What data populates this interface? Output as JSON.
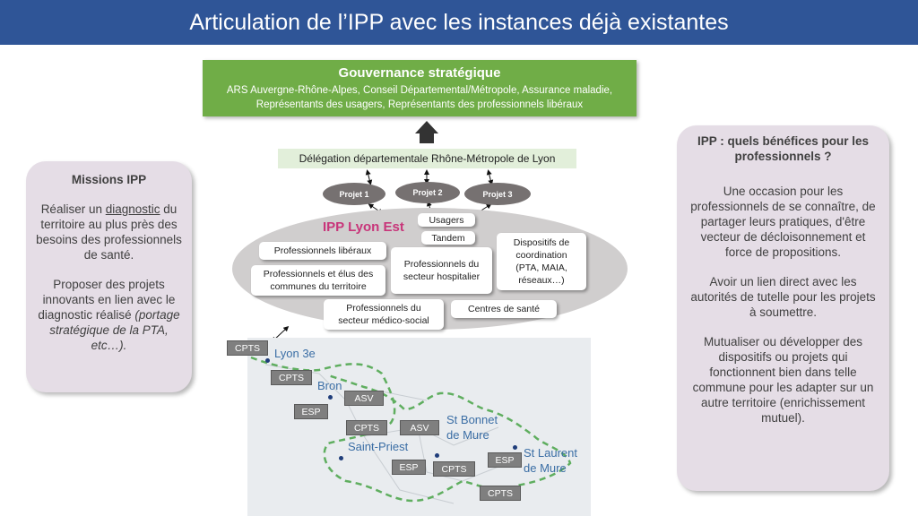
{
  "title": "Articulation de l’IPP avec les instances déjà existantes",
  "governance": {
    "title": "Gouvernance stratégique",
    "text": "ARS Auvergne-Rhône-Alpes, Conseil Départemental/Métropole, Assurance maladie, Représentants des usagers, Représentants des professionnels libéraux"
  },
  "delegation": "Délégation départementale Rhône-Métropole de Lyon",
  "projects": [
    "Projet 1",
    "Projet 2",
    "Projet 3"
  ],
  "ipp": {
    "title": "IPP Lyon Est",
    "boxes": {
      "usagers": "Usagers",
      "tandem": "Tandem",
      "liberaux": "Professionnels libéraux",
      "elus": "Professionnels et élus des communes du territoire",
      "hospitalier": "Professionnels du secteur hospitalier",
      "dispositifs": "Dispositifs de coordination (PTA, MAIA, réseaux…)",
      "medico_social": "Professionnels du secteur médico-social",
      "centres": "Centres de santé"
    }
  },
  "missions": {
    "title": "Missions IPP",
    "p1_prefix": "Réaliser un ",
    "p1_underlined": "diagnostic",
    "p1_suffix": " du territoire au plus près des besoins des professionnels de santé.",
    "p2": "Proposer des projets innovants en lien avec le diagnostic réalisé",
    "p2_italic": "(portage stratégique de la PTA, etc…)."
  },
  "benefits": {
    "title": "IPP : quels bénéfices pour les professionnels ?",
    "p1": "Une occasion pour les professionnels de se connaître, de partager leurs pratiques, d'être vecteur de décloisonnement et force de propositions.",
    "p2": "Avoir un lien direct avec les autorités de tutelle pour les projets à soumettre.",
    "p3": "Mutualiser ou développer des dispositifs ou projets qui fonctionnent bien dans telle commune pour les adapter sur un autre territoire (enrichissement mutuel)."
  },
  "map": {
    "cities": {
      "lyon3": "Lyon 3e",
      "bron": "Bron",
      "saint_priest": "Saint-Priest",
      "st_bonnet": "St Bonnet de Mure",
      "st_laurent": "St Laurent de Mure"
    },
    "tags": {
      "cpts": "CPTS",
      "asv": "ASV",
      "esp": "ESP"
    }
  },
  "colors": {
    "title_bar": "#2f5597",
    "governance": "#70ad47",
    "delegation": "#e2efda",
    "ipp_title": "#c8357a",
    "panels": "#e5dde6",
    "border_dash": "#5fae5f"
  }
}
